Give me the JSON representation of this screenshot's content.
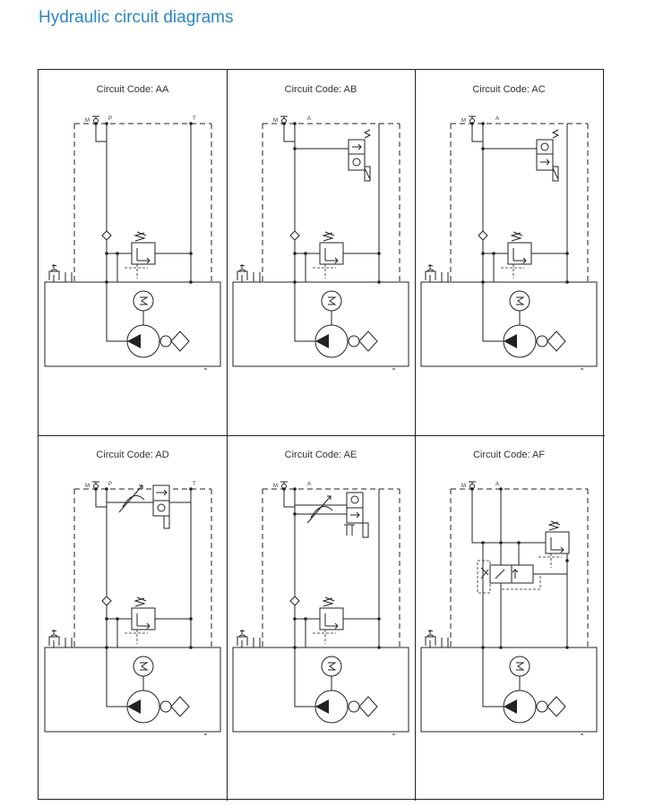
{
  "page": {
    "title": "Hydraulic circuit diagrams"
  },
  "circuits": [
    {
      "label": "Circuit Code: AA",
      "variant": "AA",
      "ports": [
        "M",
        "P",
        "T"
      ]
    },
    {
      "label": "Circuit Code: AB",
      "variant": "AB",
      "ports": [
        "M",
        "A"
      ]
    },
    {
      "label": "Circuit Code: AC",
      "variant": "AC",
      "ports": [
        "M",
        "A"
      ]
    },
    {
      "label": "Circuit Code: AD",
      "variant": "AD",
      "ports": [
        "M",
        "P",
        "T"
      ]
    },
    {
      "label": "Circuit Code: AE",
      "variant": "AE",
      "ports": [
        "M",
        "A"
      ]
    },
    {
      "label": "Circuit Code: AF",
      "variant": "AF",
      "ports": [
        "M",
        "A"
      ]
    }
  ],
  "colors": {
    "title": "#2b86c5",
    "line": "#222222"
  }
}
